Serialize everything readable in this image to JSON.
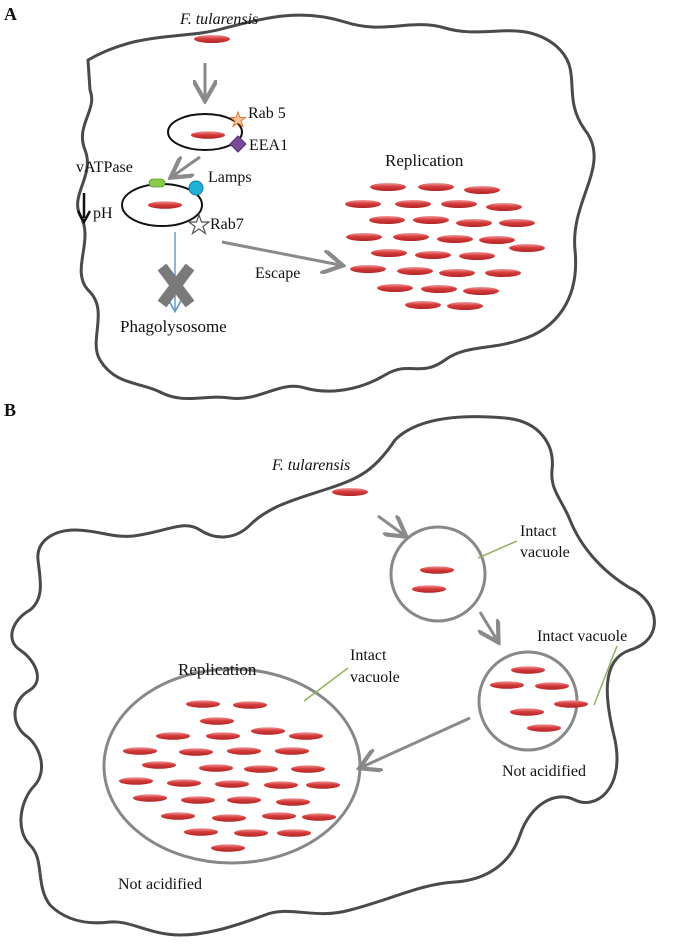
{
  "panelA": {
    "letter": "A",
    "organism": "F. tularensis",
    "rab5": "Rab 5",
    "eea1": "EEA1",
    "vatpase": "vATPase",
    "lamps": "Lamps",
    "ph": "pH",
    "rab7": "Rab7",
    "escape": "Escape",
    "replication": "Replication",
    "phagolysosome": "Phagolysosome"
  },
  "panelB": {
    "letter": "B",
    "organism": "F. tularensis",
    "intact_vacuole_1_line1": "Intact",
    "intact_vacuole_1_line2": "vacuole",
    "intact_vacuole_2": "Intact vacuole",
    "intact_vacuole_3_line1": "Intact",
    "intact_vacuole_3_line2": "vacuole",
    "replication": "Replication",
    "not_acidified_1": "Not acidified",
    "not_acidified_2": "Not acidified"
  },
  "colors": {
    "bacterium": "#d03a3a",
    "bacterium_highlight": "#f29a9a",
    "membrane": "#4a4a4a",
    "arrow": "#8a8a8a",
    "rab5_star": "#f0a060",
    "eea1_diamond": "#7a4a9a",
    "vatpase": "#7ab83a",
    "lamps": "#1aa8d0",
    "block_x": "#7a7a7a",
    "green_pointer": "#8fb060"
  }
}
